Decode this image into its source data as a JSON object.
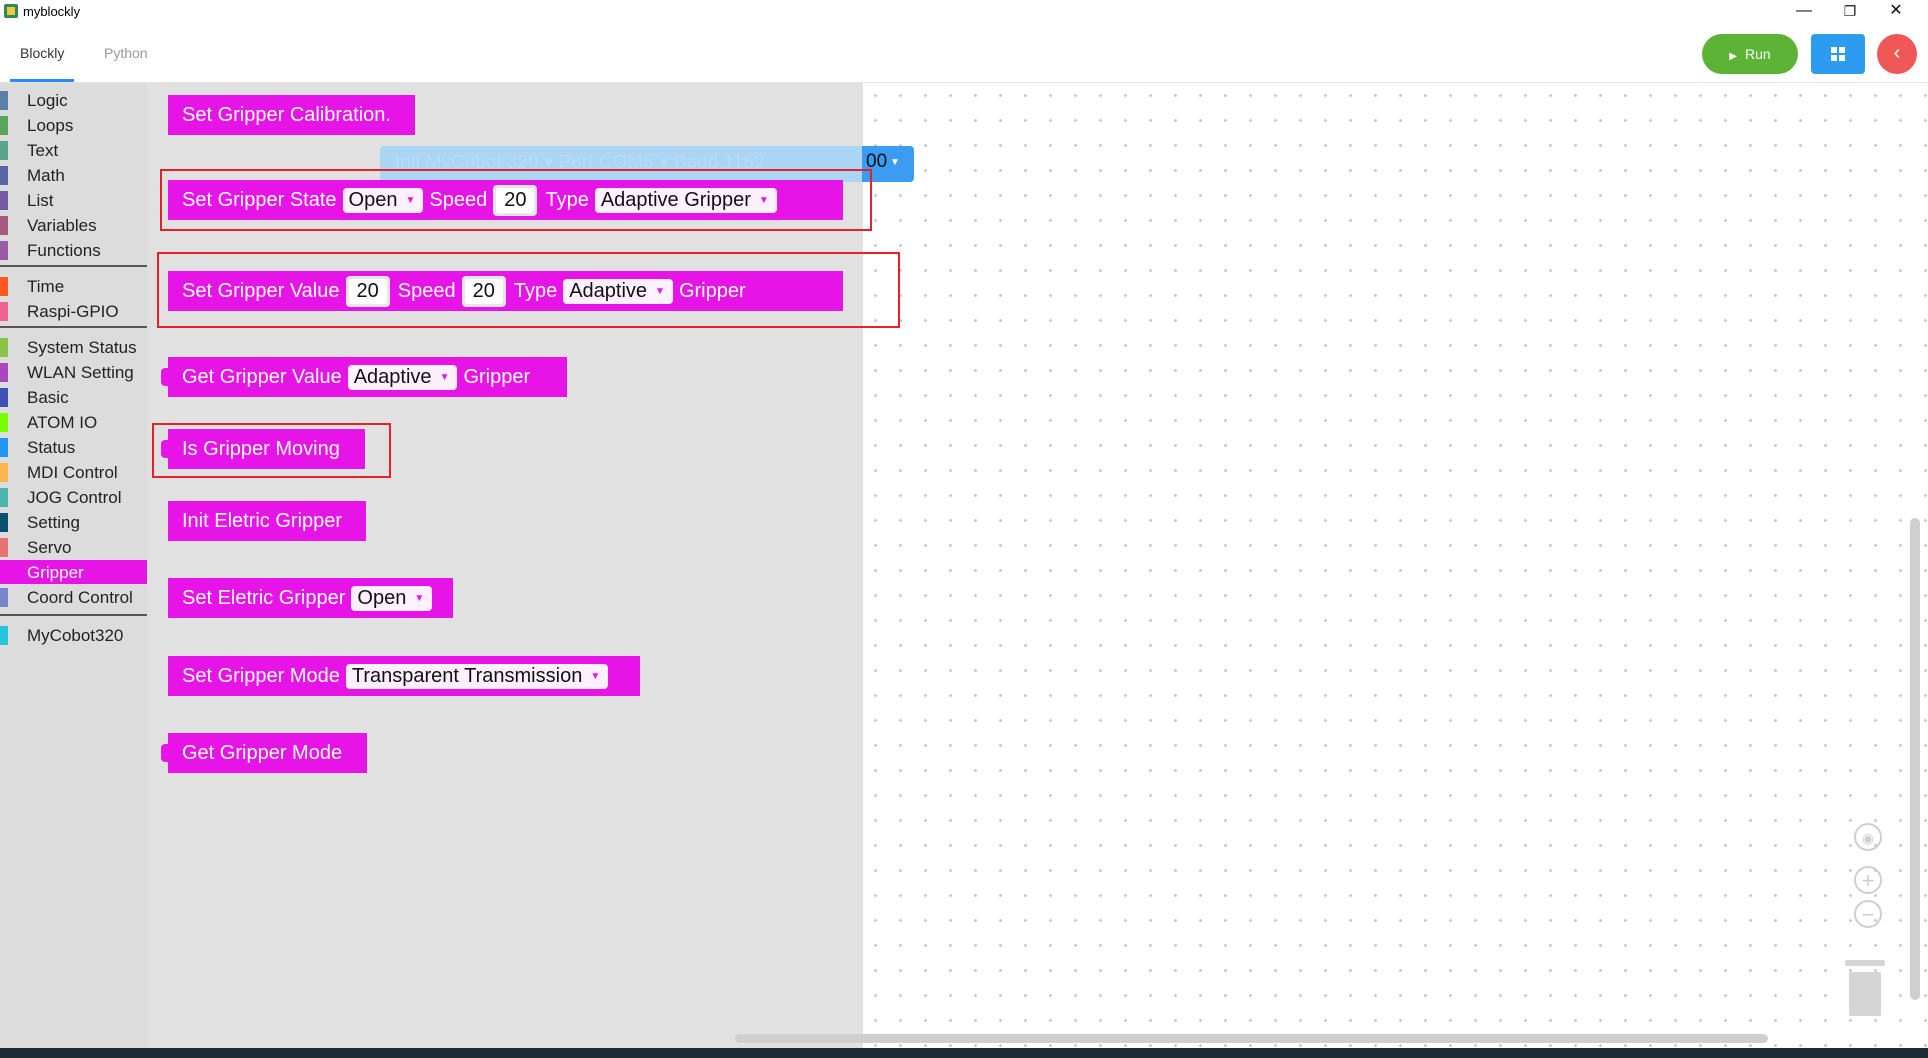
{
  "window": {
    "title": "myblockly",
    "controls": [
      "—",
      "❐",
      "✕"
    ]
  },
  "tabs": [
    {
      "label": "Blockly",
      "active": true
    },
    {
      "label": "Python",
      "active": false
    }
  ],
  "toolbar": {
    "run_label": "Run",
    "back_icon": "‹"
  },
  "categories": [
    {
      "label": "Logic",
      "color": "#5b80a5"
    },
    {
      "label": "Loops",
      "color": "#5ba55b"
    },
    {
      "label": "Text",
      "color": "#5ba58c"
    },
    {
      "label": "Math",
      "color": "#5b67a5"
    },
    {
      "label": "List",
      "color": "#745ba5"
    },
    {
      "label": "Variables",
      "color": "#a55b80"
    },
    {
      "label": "Functions",
      "color": "#995ba5"
    },
    {
      "label": "Time",
      "color": "#ff5722"
    },
    {
      "label": "Raspi-GPIO",
      "color": "#f06292"
    },
    {
      "label": "System Status",
      "color": "#8bc34a"
    },
    {
      "label": "WLAN Setting",
      "color": "#ab47bc"
    },
    {
      "label": "Basic",
      "color": "#3f51b5"
    },
    {
      "label": "ATOM IO",
      "color": "#76ff03"
    },
    {
      "label": "Status",
      "color": "#2196f3"
    },
    {
      "label": "MDI Control",
      "color": "#ffb74d"
    },
    {
      "label": "JOG Control",
      "color": "#4db6ac"
    },
    {
      "label": "Setting",
      "color": "#0d4f6e"
    },
    {
      "label": "Servo",
      "color": "#e57373"
    },
    {
      "label": "Gripper",
      "color": "#e614e6"
    },
    {
      "label": "Coord Control",
      "color": "#7986cb"
    },
    {
      "label": "MyCobot320",
      "color": "#26c6da"
    }
  ],
  "blocks": {
    "calibration": {
      "label": "Set Gripper Calibration."
    },
    "set_state": {
      "label": "Set Gripper State",
      "state": "Open",
      "speed_label": "Speed",
      "speed": "20",
      "type_label": "Type",
      "type": "Adaptive Gripper"
    },
    "set_value": {
      "label": "Set Gripper Value",
      "value": "20",
      "speed_label": "Speed",
      "speed": "20",
      "type_label": "Type",
      "type": "Adaptive",
      "suffix": "Gripper"
    },
    "get_value": {
      "label": "Get Gripper Value",
      "type": "Adaptive",
      "suffix": "Gripper"
    },
    "is_moving": {
      "label": "Is Gripper Moving"
    },
    "init_electric": {
      "label": "Init Eletric Gripper"
    },
    "set_electric": {
      "label": "Set Eletric Gripper",
      "state": "Open"
    },
    "set_mode": {
      "label": "Set Gripper Mode",
      "mode": "Transparent Transmission"
    },
    "get_mode": {
      "label": "Get Gripper Mode"
    }
  },
  "workspace_block": {
    "text": "Init  MyCobot 320 ▾  Port  COM5 ▾  Baud  1152",
    "end_text": "00"
  }
}
